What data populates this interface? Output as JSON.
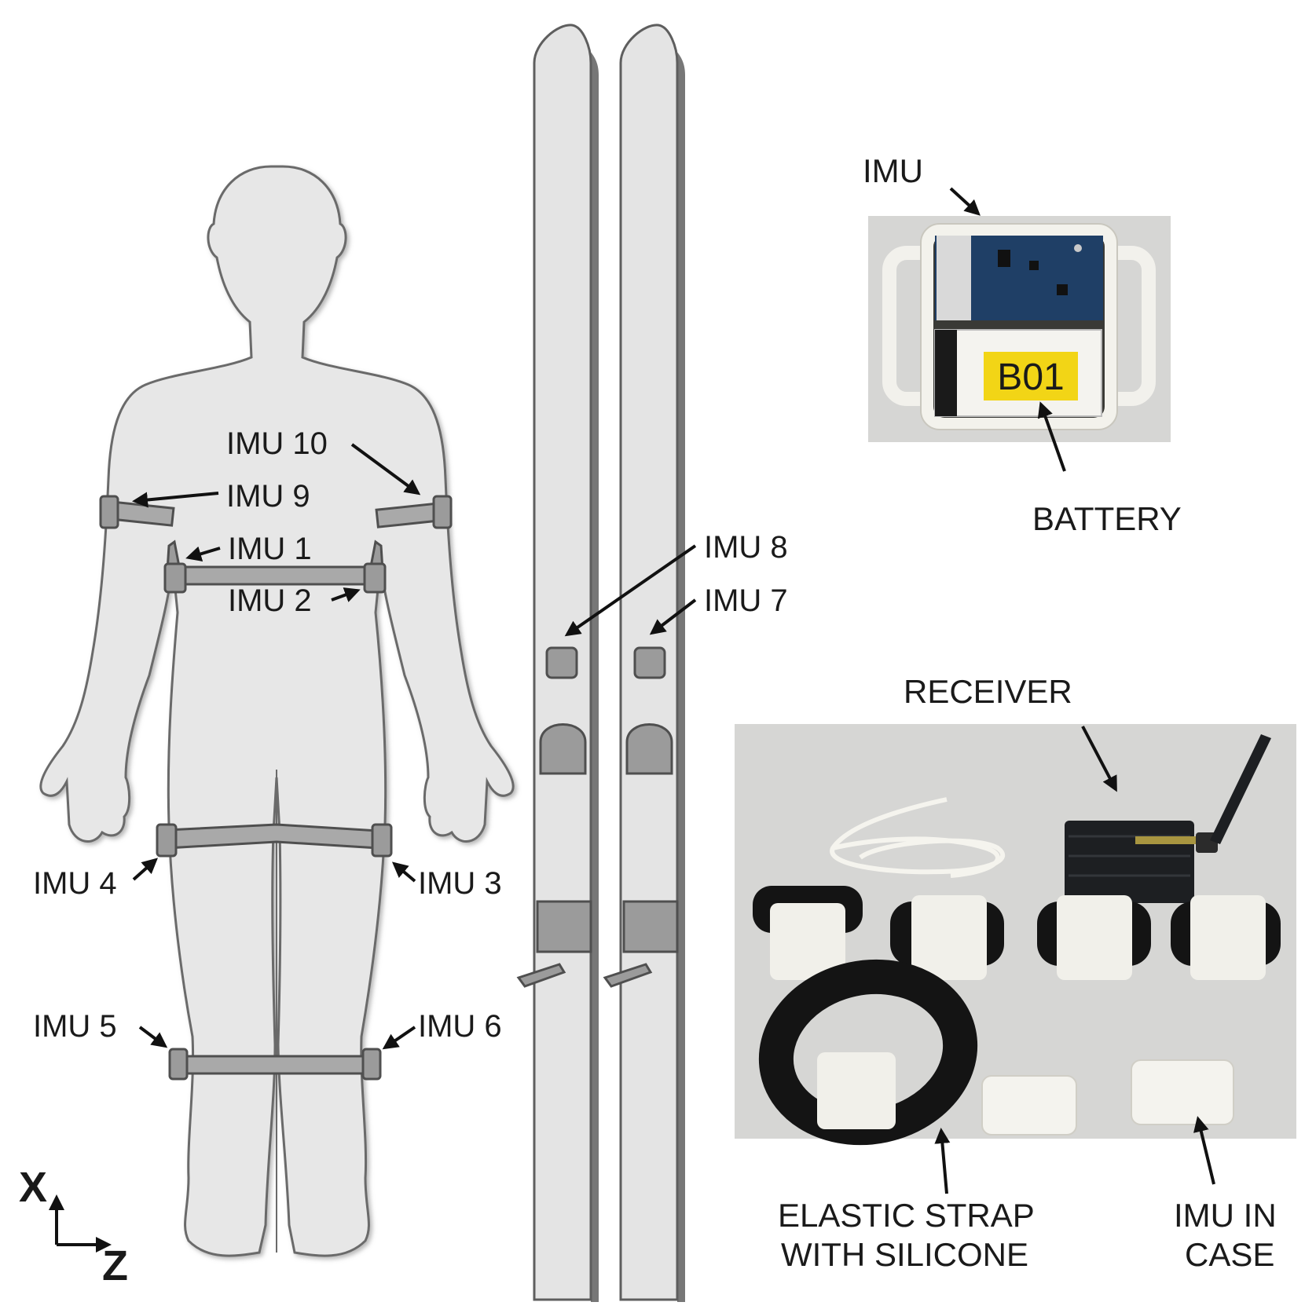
{
  "diagram": {
    "imu_labels": {
      "imu10": "IMU 10",
      "imu9": "IMU 9",
      "imu1": "IMU 1",
      "imu2": "IMU 2",
      "imu8": "IMU 8",
      "imu7": "IMU 7",
      "imu4": "IMU 4",
      "imu3": "IMU 3",
      "imu5": "IMU 5",
      "imu6": "IMU 6"
    },
    "axes": {
      "vertical": "X",
      "horizontal": "Z"
    },
    "device_photo": {
      "imu_label": "IMU",
      "battery_label": "BATTERY",
      "battery_tag": "B01"
    },
    "kit_photo": {
      "receiver_label": "RECEIVER",
      "strap_label_line1": "ELASTIC STRAP",
      "strap_label_line2": "WITH SILICONE",
      "case_label_line1": "IMU IN",
      "case_label_line2": "CASE"
    },
    "colors": {
      "body": "#e7e7e7",
      "outline": "#6a6a6a",
      "strap": "#a9a9a9",
      "pcb": "#1f3f66",
      "battery_tag": "#f2d516",
      "case": "#f1f0ea"
    }
  }
}
